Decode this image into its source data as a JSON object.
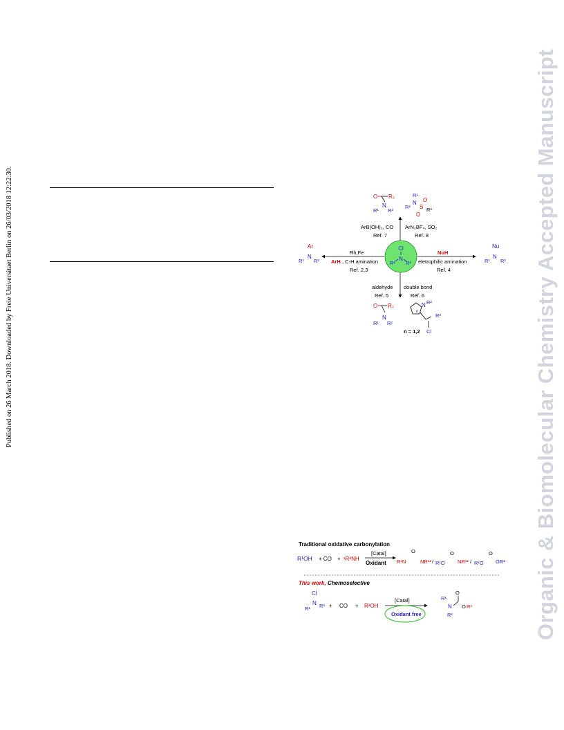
{
  "side_note": "Published on 26 March 2018. Downloaded by Freie Universitaet Berlin on 26/03/2018 12:22:30.",
  "watermark": "Organic & Biomolecular Chemistry Accepted Manuscript",
  "figure1": {
    "top_left_label": "ArB(OH)₂, CO",
    "top_left_ref": "Ref. 7",
    "top_right_label": "ArN₂BF₄, SO₂",
    "top_right_ref": "Ref. 8",
    "left_label_1": "Rh,Fe",
    "left_label_2_red": "ArH",
    "left_label_2_rest": ", C-H amination",
    "left_ref": "Ref. 2,3",
    "right_label_red": "NuH",
    "right_label": "eletrophilic amination",
    "right_ref": "Ref. 4",
    "bottom_left_label": "aldehyde",
    "bottom_left_ref": "Ref. 5",
    "bottom_right_label": "double bond",
    "bottom_right_ref": "Ref. 6",
    "n_label": "n = 1,2"
  },
  "figure2": {
    "title_1": "Traditional oxidative carbonylation",
    "catal": "[Catal]",
    "oxidant": "Oxidant",
    "title_2_red": "This work,",
    "title_2_rest": " Chemoselective",
    "oxidant_free": "Oxidant free",
    "plus": "+",
    "co": "CO"
  }
}
